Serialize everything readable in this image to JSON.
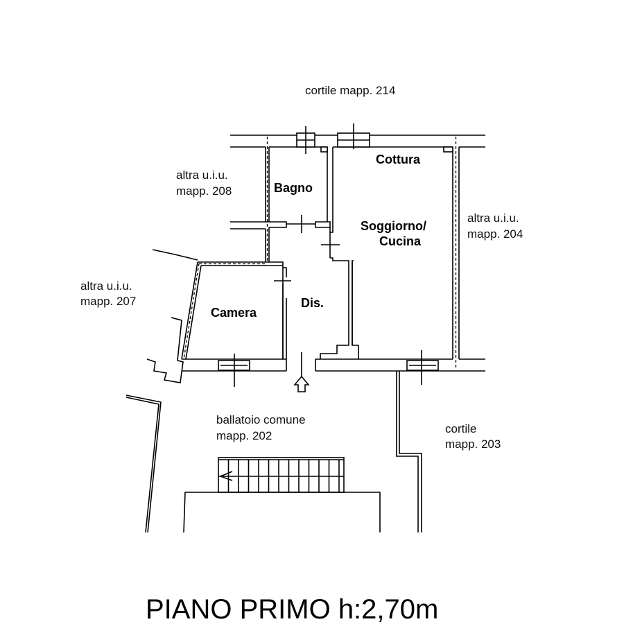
{
  "labels": {
    "north": [
      "cortile mapp. 214"
    ],
    "west_upper": [
      "altra u.i.u.",
      "mapp. 208"
    ],
    "west_lower": [
      "altra u.i.u.",
      "mapp. 207"
    ],
    "east": [
      "altra u.i.u.",
      "mapp. 204"
    ],
    "south_common": [
      "ballatoio comune",
      "mapp. 202"
    ],
    "south_east": [
      "cortile",
      "mapp. 203"
    ]
  },
  "rooms": {
    "bagno": "Bagno",
    "cottura": "Cottura",
    "soggiorno": [
      "Soggiorno/",
      "Cucina"
    ],
    "camera": "Camera",
    "dis": "Dis."
  },
  "title": "PIANO PRIMO h:2,70m"
}
